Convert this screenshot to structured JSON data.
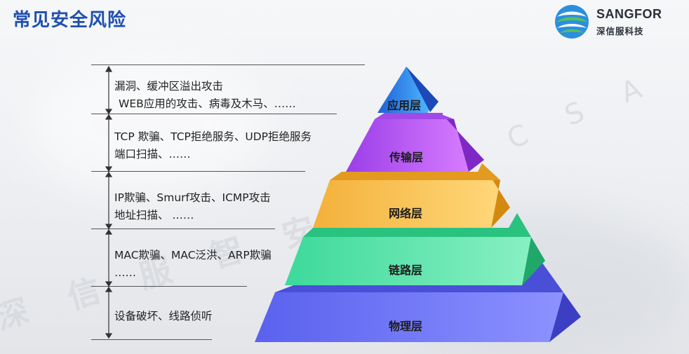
{
  "slide": {
    "title": "常见安全风险"
  },
  "logo": {
    "brand_en": "SANGFOR",
    "brand_cn": "深信服科技"
  },
  "watermark": {
    "text_cn": "深 信 服 智 安 全",
    "text_en": "S C S A"
  },
  "layers": [
    {
      "name": "应用层",
      "lines": [
        "漏洞、缓冲区溢出攻击",
        "WEB应用的攻击、病毒及木马、……"
      ],
      "color": "#2f8df0"
    },
    {
      "name": "传输层",
      "lines": [
        "TCP 欺骗、TCP拒绝服务、UDP拒绝服务",
        "端口扫描、……"
      ],
      "color": "#b04df0"
    },
    {
      "name": "网络层",
      "lines": [
        "IP欺骗、Smurf攻击、ICMP攻击",
        "地址扫描、 ……"
      ],
      "color": "#f3b23a"
    },
    {
      "name": "链路层",
      "lines": [
        "MAC欺骗、MAC泛洪、ARP欺骗",
        "……"
      ],
      "color": "#36d18c"
    },
    {
      "name": "物理层",
      "lines": [
        "设备破坏、线路侦听"
      ],
      "color": "#5d63ee"
    }
  ]
}
